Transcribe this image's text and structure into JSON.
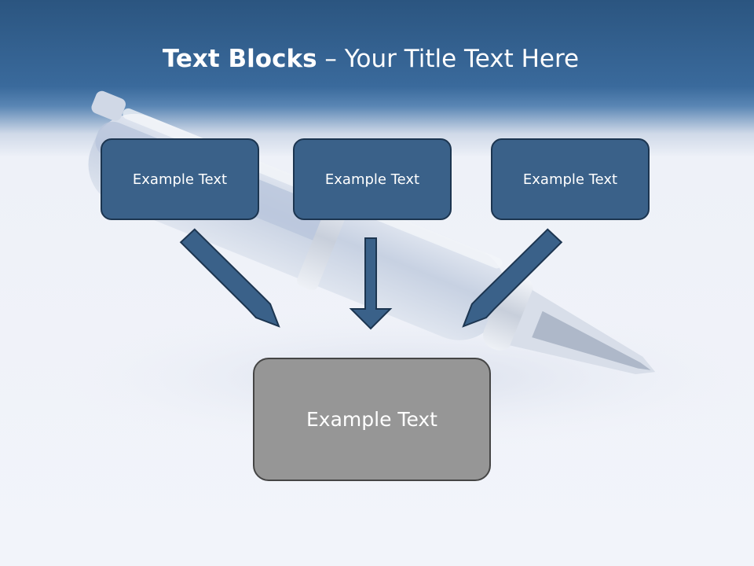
{
  "slide": {
    "title_bold": "Text Blocks",
    "title_separator": " – ",
    "title_rest": "Your Title Text Here"
  },
  "diagram": {
    "source_boxes": [
      {
        "label": "Example Text"
      },
      {
        "label": "Example Text"
      },
      {
        "label": "Example Text"
      }
    ],
    "target_box": {
      "label": "Example Text"
    }
  },
  "colors": {
    "header_blue": "#2b5580",
    "box_blue": "#3a6189",
    "box_gray": "#969696"
  },
  "icons": [
    "fountain-pen-image",
    "arrow-down-right-icon",
    "arrow-down-icon",
    "arrow-down-left-icon"
  ]
}
